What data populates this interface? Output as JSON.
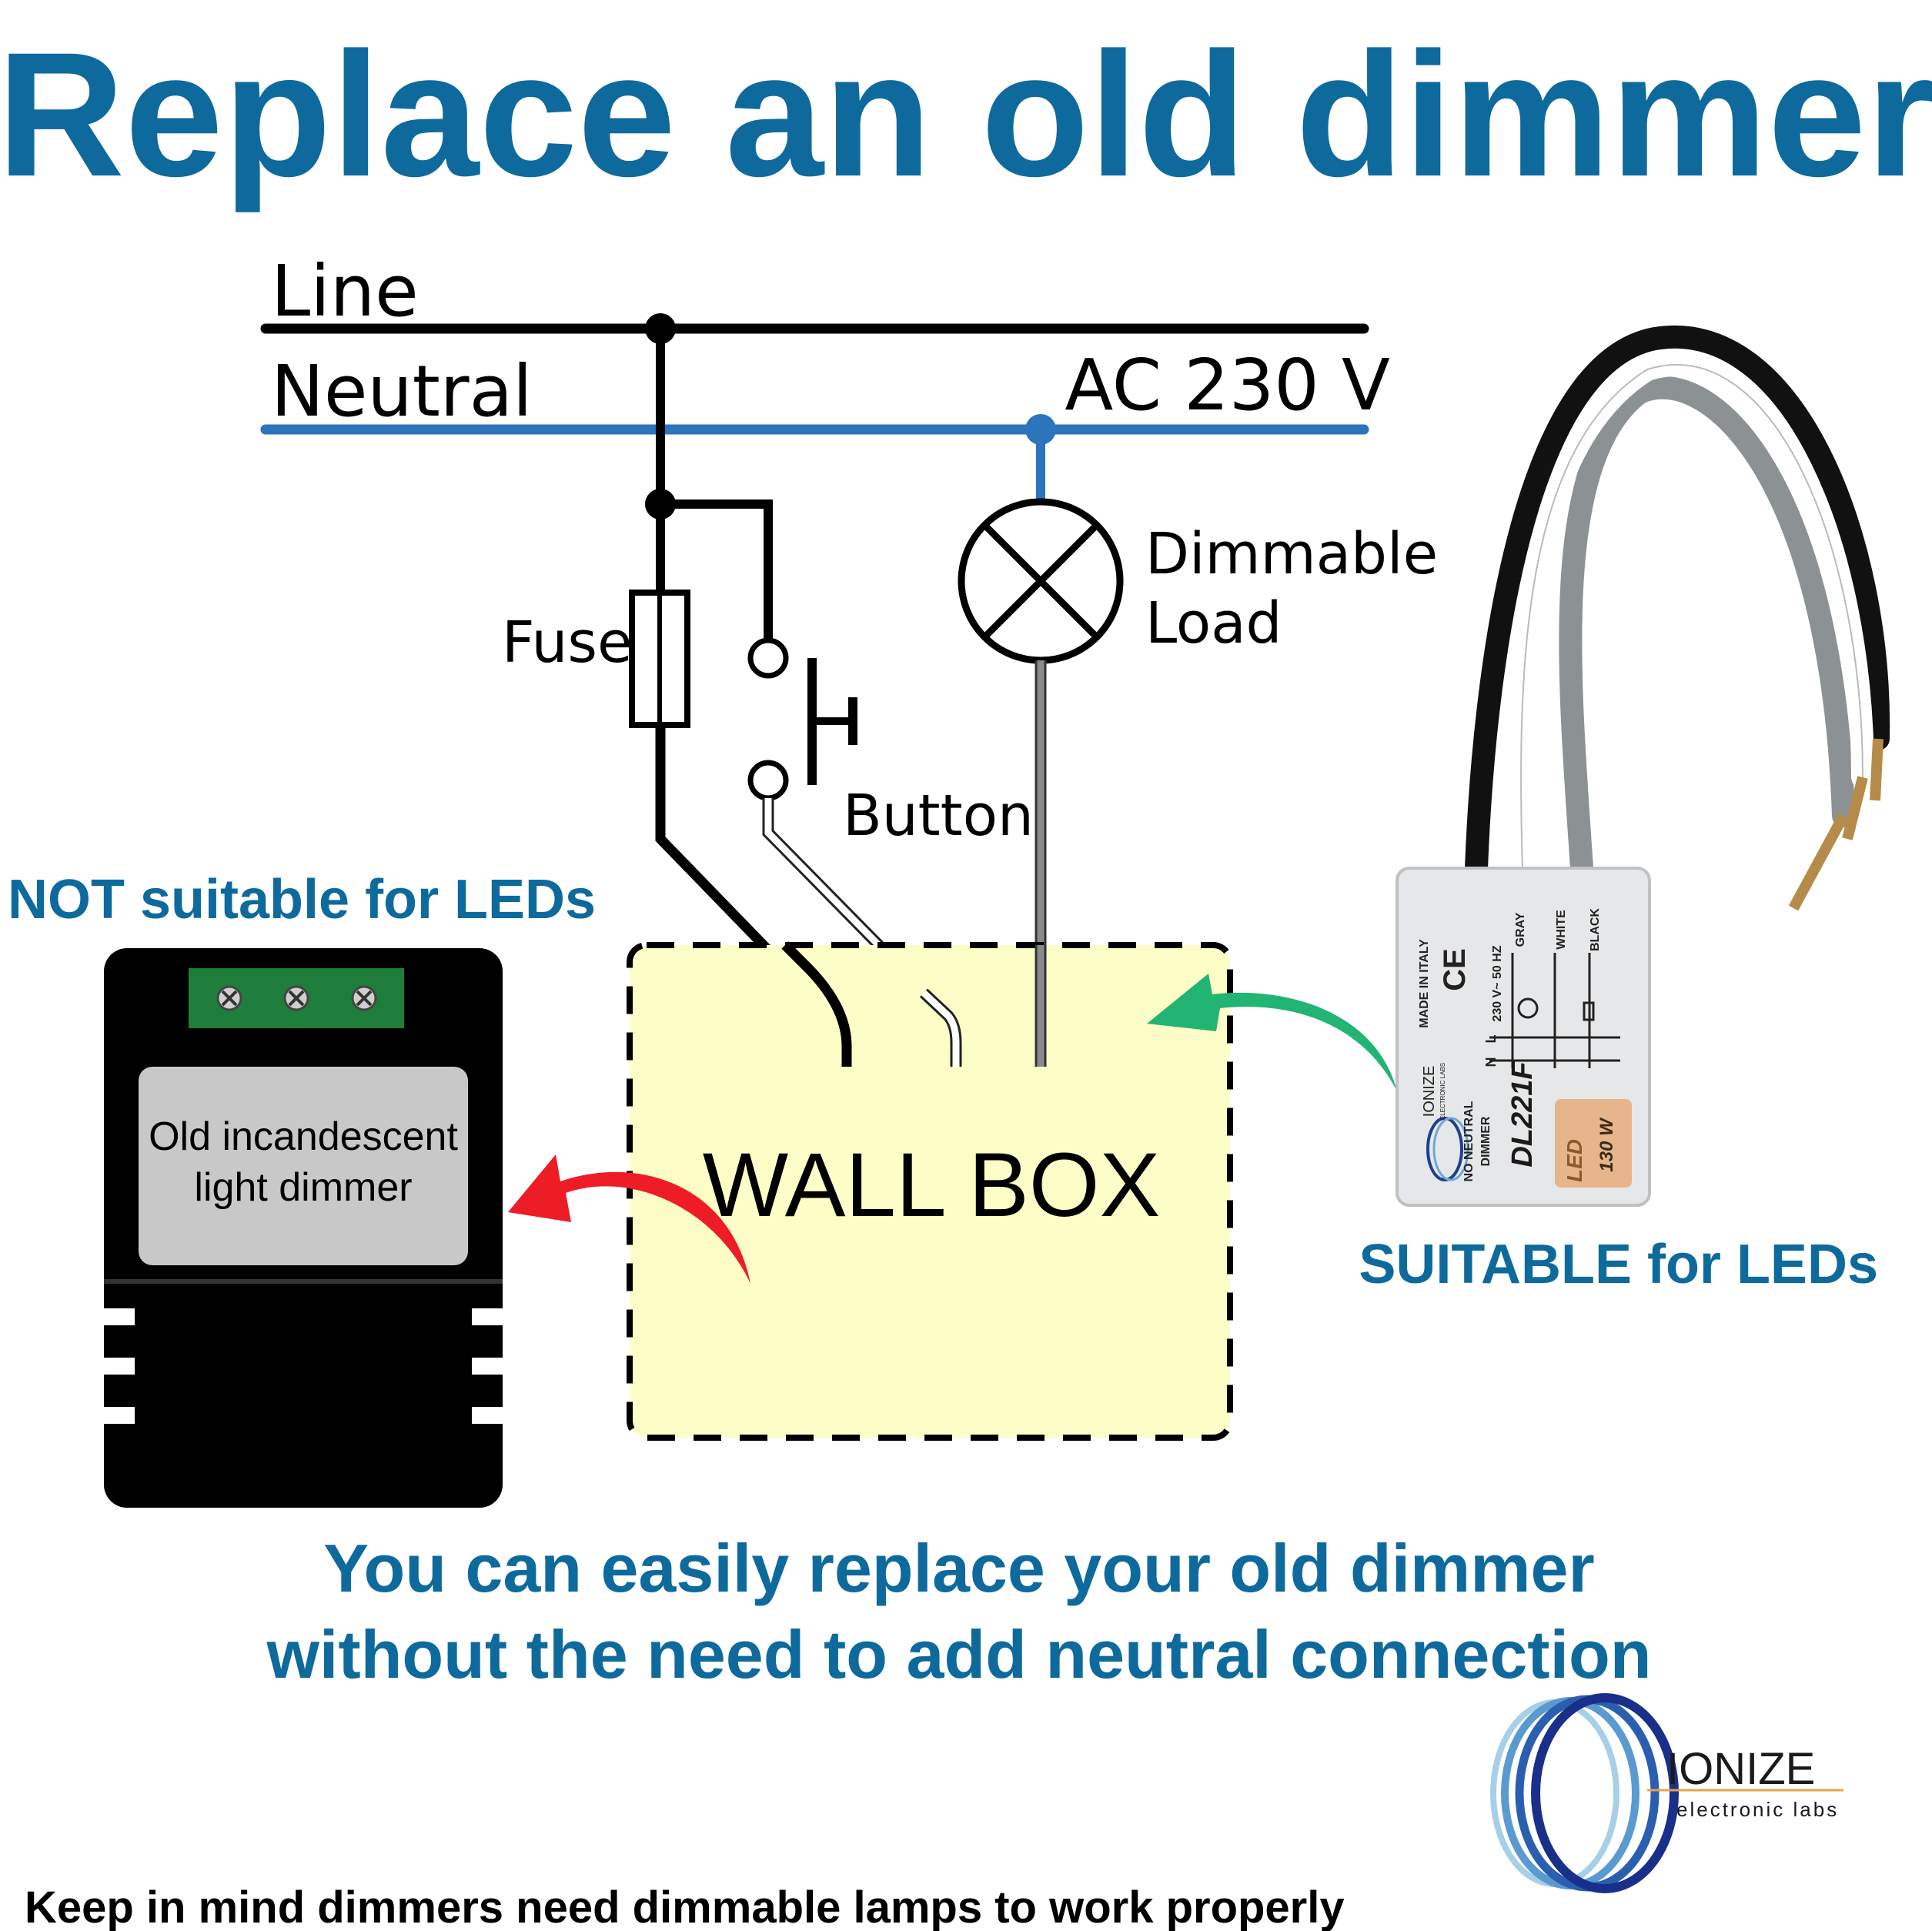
{
  "title": "Replace an old dimmer",
  "labels": {
    "line": "Line",
    "neutral": "Neutral",
    "voltage": "AC 230 V",
    "fuse": "Fuse",
    "button": "Button",
    "load_line1": "Dimmable",
    "load_line2": "Load",
    "wall_box": "WALL BOX"
  },
  "old_dimmer": {
    "heading": "NOT suitable for LEDs",
    "label_line1": "Old incandescent",
    "label_line2": "light dimmer"
  },
  "new_dimmer": {
    "heading": "SUITABLE for LEDs",
    "made_in": "MADE IN ITALY",
    "ce": "CE",
    "rating": "230 V~ 50 HZ",
    "wire_gray": "GRAY",
    "wire_white": "WHITE",
    "wire_black": "BLACK",
    "terminal_n": "N",
    "terminal_l": "L",
    "brand": "IONIZE",
    "brand_sub": "ELECTRONIC LABS",
    "type_line1": "NO NEUTRAL",
    "type_line2": "DIMMER",
    "model": "DL221F",
    "led": "LED",
    "power": "130 W"
  },
  "caption": {
    "line1": "You can easily replace your old dimmer",
    "line2": "without the need to add neutral connection"
  },
  "footer": "Keep in mind dimmers need dimmable lamps to work properly",
  "logo": {
    "name": "IONIZE",
    "sub": "electronic labs"
  },
  "colors": {
    "brand_blue": "#0e6a9c",
    "neutral_wire": "#2c74bb",
    "wall_box_fill": "#fdfdc7",
    "arrow_red": "#ee1c24",
    "arrow_green": "#22b473",
    "terminal_green": "#1e7d3a",
    "dimmer_label_gray": "#c8c8c8"
  }
}
